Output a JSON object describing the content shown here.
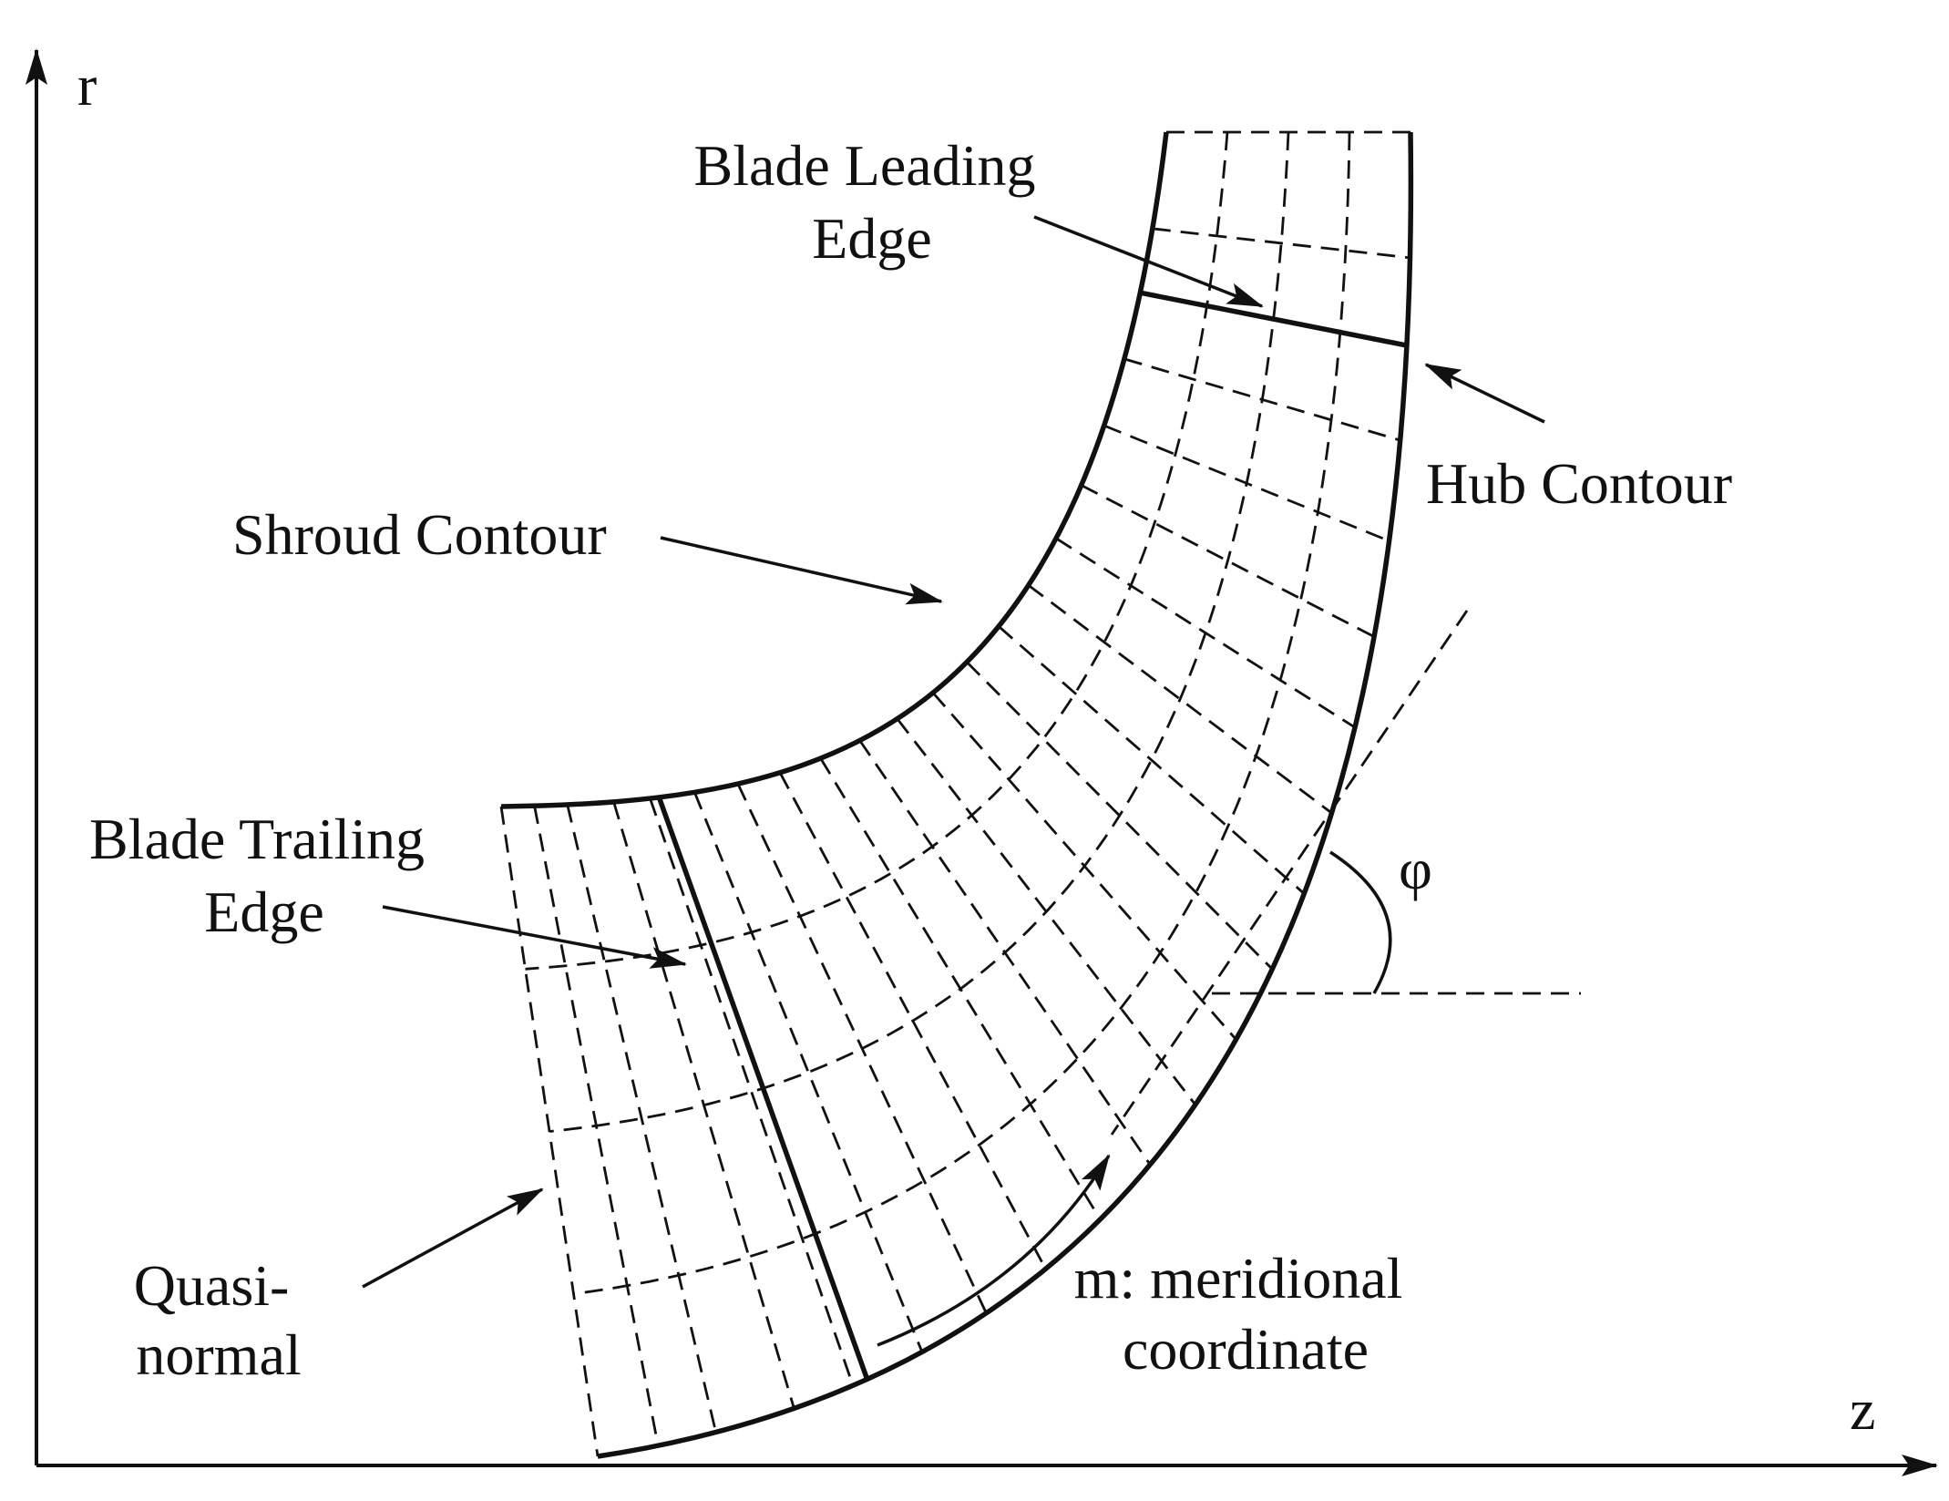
{
  "axes": {
    "vertical": "r",
    "horizontal": "z"
  },
  "labels": {
    "leading_edge": [
      "Blade Leading",
      "Edge"
    ],
    "hub_contour": "Hub Contour",
    "shroud_contour": "Shroud Contour",
    "trailing_edge": [
      "Blade Trailing",
      "Edge"
    ],
    "quasi_normal": [
      "Quasi-",
      "normal"
    ],
    "meridional": [
      "m: meridional",
      "coordinate"
    ],
    "angle": "φ"
  },
  "colors": {
    "ink": "#111111",
    "background": "#ffffff"
  }
}
